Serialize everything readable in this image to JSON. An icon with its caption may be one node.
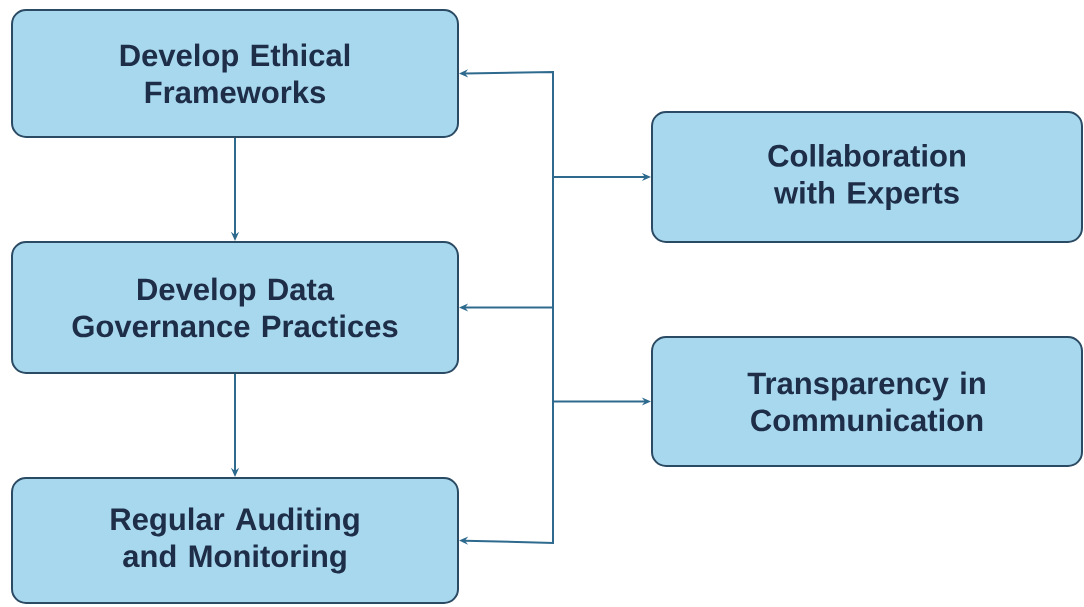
{
  "diagram": {
    "nodes": [
      {
        "text": [
          "Develop Ethical Frameworks"
        ]
      },
      {
        "text": [
          "Develop Data Governance Practices"
        ]
      },
      {
        "text": [
          "Regular Auditing and Monitoring"
        ]
      },
      {
        "text": [
          "Collaboration with Experts"
        ]
      },
      {
        "text": [
          "Transparency in Communication"
        ]
      }
    ],
    "edges": [
      {
        "from": 0,
        "to": 1,
        "arrow": "to"
      },
      {
        "from": 1,
        "to": 2,
        "arrow": "to"
      },
      {
        "from": null,
        "to": 0,
        "arrow": "to"
      },
      {
        "from": null,
        "to": 1,
        "arrow": "to"
      },
      {
        "from": null,
        "to": 2,
        "arrow": "to"
      },
      {
        "from": null,
        "to": 3,
        "arrow": "to"
      },
      {
        "from": null,
        "to": 4,
        "arrow": "to"
      }
    ]
  }
}
